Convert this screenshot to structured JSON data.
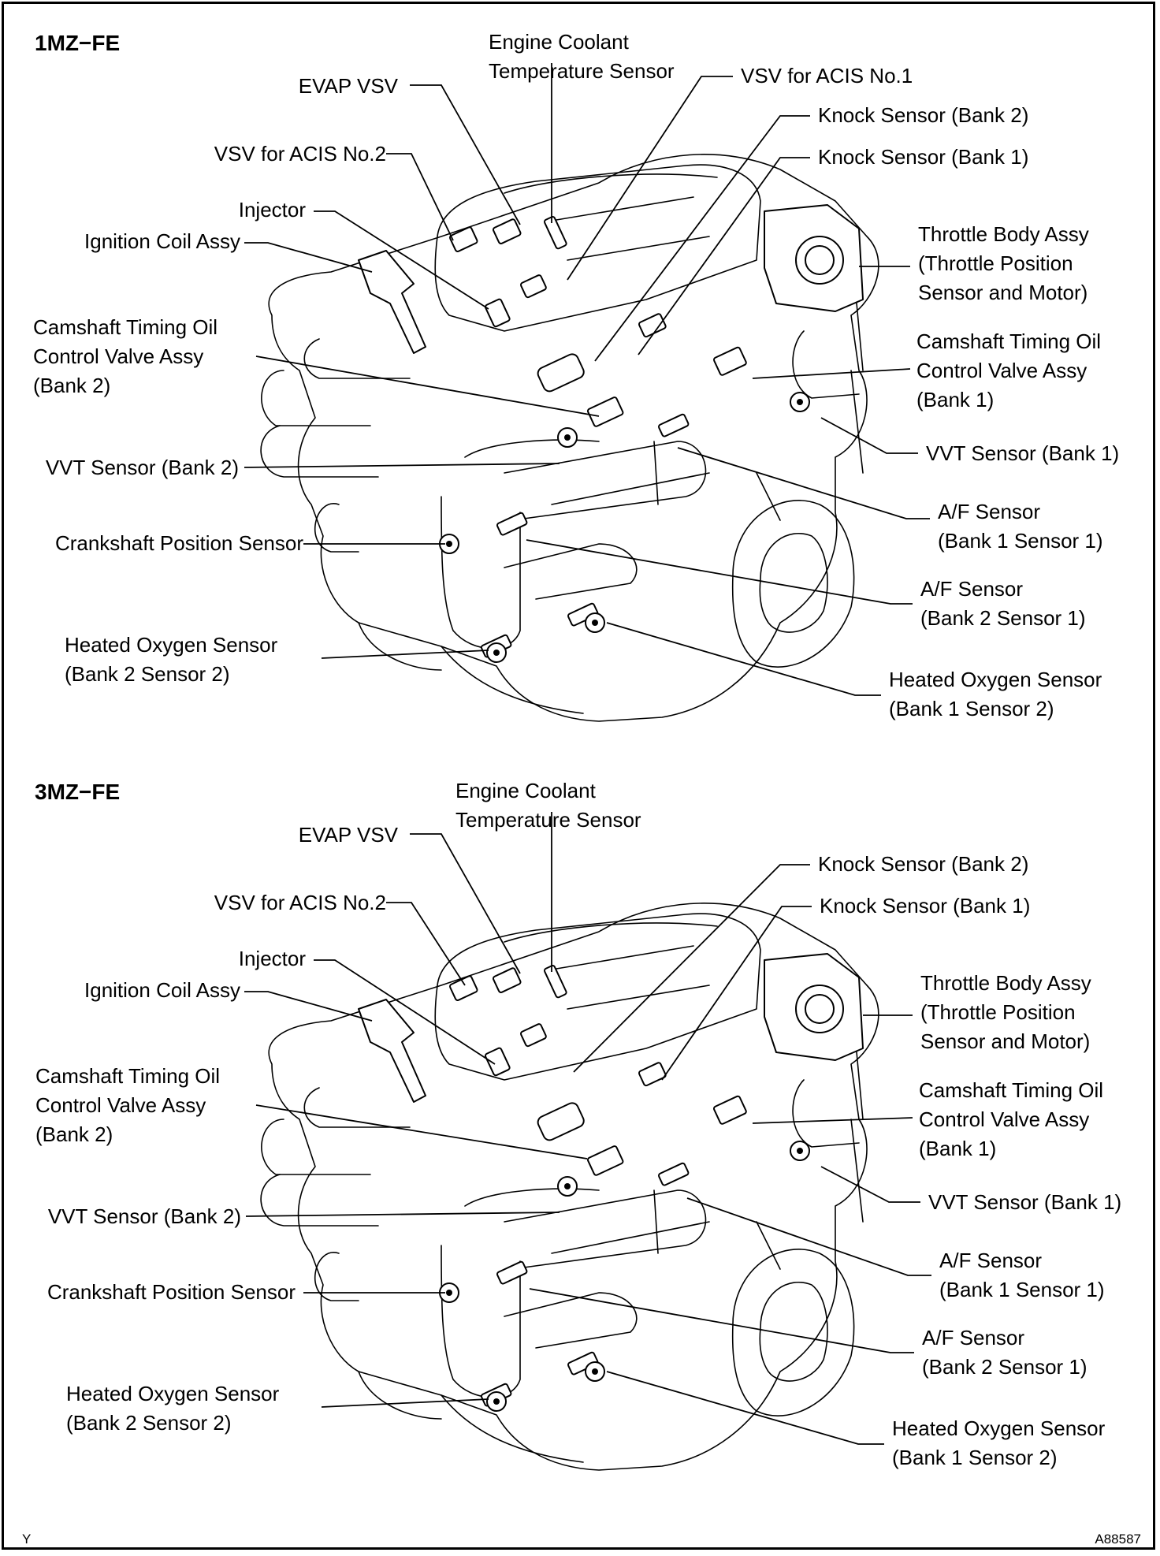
{
  "figure_id": "A88587",
  "corner_mark": "Y",
  "panels": [
    {
      "title": "1MZ−FE",
      "labels": [
        {
          "id": "ect",
          "lines": [
            "Engine Coolant",
            "Temperature Sensor"
          ]
        },
        {
          "id": "evap",
          "lines": [
            "EVAP VSV"
          ]
        },
        {
          "id": "acis1",
          "lines": [
            "VSV for ACIS No.1"
          ]
        },
        {
          "id": "acis2",
          "lines": [
            "VSV for ACIS No.2"
          ]
        },
        {
          "id": "knock2",
          "lines": [
            "Knock Sensor (Bank 2)"
          ]
        },
        {
          "id": "knock1",
          "lines": [
            "Knock Sensor (Bank 1)"
          ]
        },
        {
          "id": "injector",
          "lines": [
            "Injector"
          ]
        },
        {
          "id": "coil",
          "lines": [
            "Ignition Coil Assy"
          ]
        },
        {
          "id": "throttle",
          "lines": [
            "Throttle Body Assy",
            "(Throttle Position",
            "Sensor and Motor)"
          ]
        },
        {
          "id": "ocv2",
          "lines": [
            "Camshaft Timing Oil",
            "Control Valve Assy",
            "(Bank 2)"
          ]
        },
        {
          "id": "ocv1",
          "lines": [
            "Camshaft Timing Oil",
            "Control Valve Assy",
            "(Bank 1)"
          ]
        },
        {
          "id": "vvt1",
          "lines": [
            "VVT Sensor (Bank 1)"
          ]
        },
        {
          "id": "vvt2",
          "lines": [
            "VVT Sensor (Bank 2)"
          ]
        },
        {
          "id": "af1",
          "lines": [
            "A/F Sensor",
            "(Bank 1 Sensor 1)"
          ]
        },
        {
          "id": "crank",
          "lines": [
            "Crankshaft Position Sensor"
          ]
        },
        {
          "id": "af2",
          "lines": [
            "A/F Sensor",
            "(Bank 2 Sensor 1)"
          ]
        },
        {
          "id": "ho2s2",
          "lines": [
            "Heated Oxygen Sensor",
            "(Bank 2 Sensor 2)"
          ]
        },
        {
          "id": "ho2s1",
          "lines": [
            "Heated Oxygen Sensor",
            "(Bank 1 Sensor 2)"
          ]
        }
      ]
    },
    {
      "title": "3MZ−FE",
      "labels": [
        {
          "id": "ect",
          "lines": [
            "Engine Coolant",
            "Temperature Sensor"
          ]
        },
        {
          "id": "evap",
          "lines": [
            "EVAP VSV"
          ]
        },
        {
          "id": "knock2",
          "lines": [
            "Knock Sensor (Bank 2)"
          ]
        },
        {
          "id": "knock1",
          "lines": [
            "Knock Sensor (Bank 1)"
          ]
        },
        {
          "id": "acis2",
          "lines": [
            "VSV for ACIS No.2"
          ]
        },
        {
          "id": "injector",
          "lines": [
            "Injector"
          ]
        },
        {
          "id": "coil",
          "lines": [
            "Ignition Coil Assy"
          ]
        },
        {
          "id": "throttle",
          "lines": [
            "Throttle Body Assy",
            "(Throttle Position",
            "Sensor and Motor)"
          ]
        },
        {
          "id": "ocv2",
          "lines": [
            "Camshaft Timing Oil",
            "Control Valve Assy",
            "(Bank 2)"
          ]
        },
        {
          "id": "ocv1",
          "lines": [
            "Camshaft Timing Oil",
            "Control Valve Assy",
            "(Bank 1)"
          ]
        },
        {
          "id": "vvt1",
          "lines": [
            "VVT Sensor (Bank 1)"
          ]
        },
        {
          "id": "vvt2",
          "lines": [
            "VVT Sensor (Bank 2)"
          ]
        },
        {
          "id": "af1",
          "lines": [
            "A/F Sensor",
            "(Bank 1 Sensor 1)"
          ]
        },
        {
          "id": "crank",
          "lines": [
            "Crankshaft Position Sensor"
          ]
        },
        {
          "id": "af2",
          "lines": [
            "A/F Sensor",
            "(Bank 2 Sensor 1)"
          ]
        },
        {
          "id": "ho2s2",
          "lines": [
            "Heated Oxygen Sensor",
            "(Bank 2 Sensor 2)"
          ]
        },
        {
          "id": "ho2s1",
          "lines": [
            "Heated Oxygen Sensor",
            "(Bank 1 Sensor 2)"
          ]
        }
      ]
    }
  ]
}
